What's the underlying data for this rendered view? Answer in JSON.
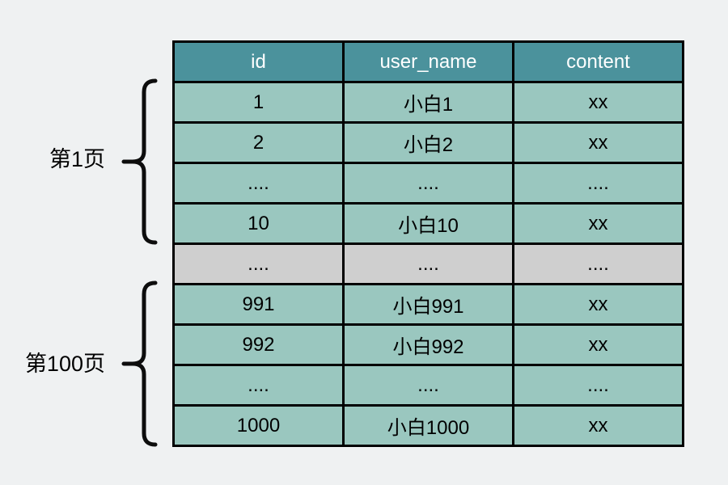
{
  "canvas": {
    "background": "#eff1f2"
  },
  "table": {
    "columns": [
      "id",
      "user_name",
      "content"
    ],
    "rows": [
      {
        "cells": [
          "1",
          "小白1",
          "xx"
        ]
      },
      {
        "cells": [
          "2",
          "小白2",
          "xx"
        ]
      },
      {
        "cells": [
          "....",
          "....",
          "...."
        ]
      },
      {
        "cells": [
          "10",
          "小白10",
          "xx"
        ]
      },
      {
        "cells": [
          "....",
          "....",
          "...."
        ],
        "separator": true
      },
      {
        "cells": [
          "991",
          "小白991",
          "xx"
        ]
      },
      {
        "cells": [
          "992",
          "小白992",
          "xx"
        ]
      },
      {
        "cells": [
          "....",
          "....",
          "...."
        ]
      },
      {
        "cells": [
          "1000",
          "小白1000",
          "xx"
        ]
      }
    ],
    "colors": {
      "header_bg": "#4b929c",
      "row_bg": "#9ac7bf",
      "separator_bg": "#cfcfcf",
      "border": "#000000",
      "header_text": "#ffffff",
      "body_text": "#000000"
    }
  },
  "annotations": {
    "page1": {
      "label": "第1页"
    },
    "page100": {
      "label": "第100页"
    },
    "brace_color": "#0d0d0d"
  }
}
